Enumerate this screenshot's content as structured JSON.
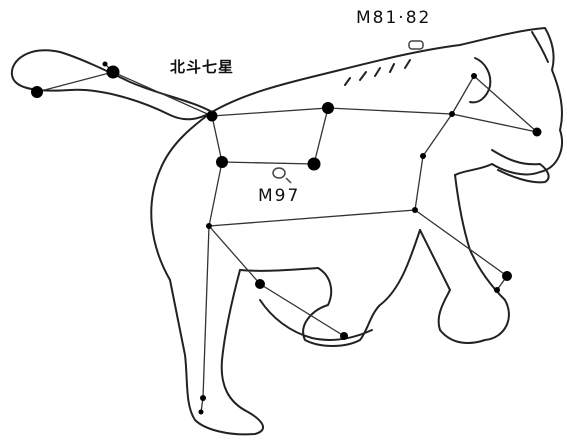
{
  "labels": {
    "m81_82": "M81·82",
    "m97": "M97",
    "big_dipper": "北斗七星"
  },
  "colors": {
    "outline": "#222222",
    "star": "#000000",
    "line": "#333333",
    "background": "#ffffff"
  }
}
